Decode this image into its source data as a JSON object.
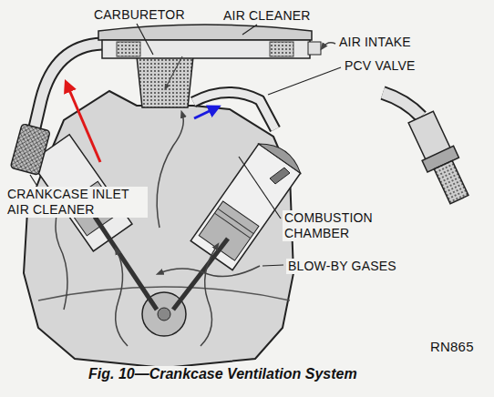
{
  "diagram": {
    "caption": "Fig. 10—Crankcase Ventilation System",
    "labels": [
      "CARBURETOR",
      "AIR CLEANER",
      "AIR INTAKE",
      "PCV VALVE",
      "CRANKCASE INLET AIR CLEANER",
      "COMBUSTION CHAMBER",
      "BLOW-BY GASES",
      "RN865"
    ]
  }
}
